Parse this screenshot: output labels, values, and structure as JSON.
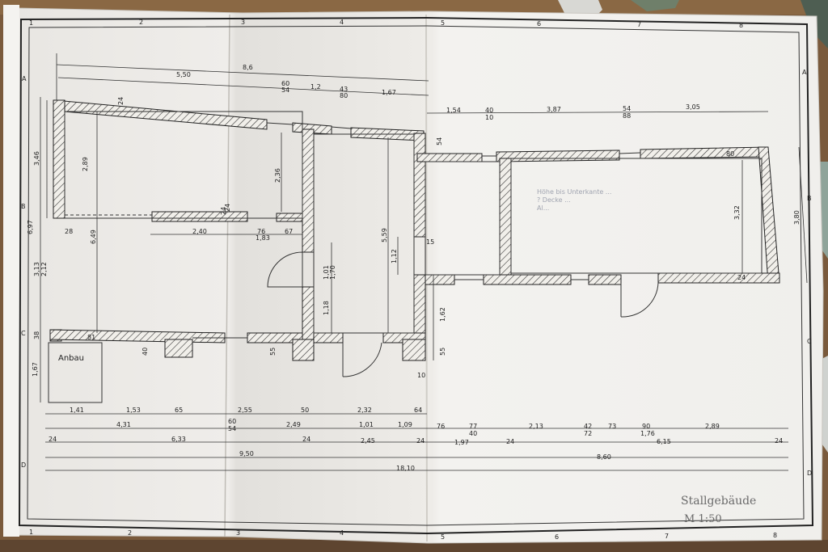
{
  "drawing": {
    "title": "Stallgebäude",
    "scale": "M 1:50",
    "room_label_anbau": "Anbau",
    "faint_note": [
      "Höhe bis Unterkante ...",
      "? Decke ...",
      "Al..."
    ],
    "frame_columns": [
      "1",
      "2",
      "3",
      "4",
      "5",
      "6",
      "7",
      "8"
    ],
    "frame_rows": [
      "A",
      "B",
      "C",
      "D"
    ]
  },
  "dims_top_left": {
    "overall": "8,6",
    "seg1": "5,50",
    "seg2_top": "60",
    "seg2_bot": "54",
    "seg3": "1,2",
    "seg4_top": "43",
    "seg4_bot": "80",
    "seg5": "1,67"
  },
  "dims_top_right": {
    "seg1": "1,54",
    "seg2_top": "40",
    "seg2_bot": "10",
    "seg3": "3,87",
    "seg4_top": "54",
    "seg4_bot": "88",
    "seg5": "3,05"
  },
  "dims_left": {
    "upper": "3,46",
    "total": "6,97",
    "lower_a": "3,13",
    "lower_b": "2,12",
    "small": "38",
    "anbau": "1,67"
  },
  "dims_right": {
    "height": "3,80",
    "inner": "3,32",
    "wall": "24"
  },
  "dims_interior": {
    "wall_top": "24",
    "room1_h": "2,89",
    "room1_full": "6,49",
    "room2_h": "2,36",
    "wall_28": "28",
    "span_240": "2,40",
    "span_76": "76",
    "span_183": "1,83",
    "span_67": "67",
    "wall_small": "24",
    "bath_101": "1,01",
    "bath_170": "1,70",
    "bath_118": "1,18",
    "hall_559": "5,59",
    "hall_112": "1,12",
    "hall_15": "15",
    "win_54": "54",
    "d_162": "1,62",
    "d_55a": "55",
    "d_55b": "55",
    "d_40": "40",
    "d_10": "10",
    "wall_81": "81",
    "wall_80": "80",
    "wall_24b": "24"
  },
  "dims_bottom": {
    "row1": [
      "1,41",
      "1,53",
      "65",
      "2,55",
      "50",
      "2,32",
      "64"
    ],
    "row2": [
      "4,31",
      "60",
      "54",
      "2,49",
      "1,01",
      "1,09",
      "76",
      "77",
      "40",
      "2,13",
      "42",
      "72",
      "73",
      "90",
      "1,76",
      "2,89"
    ],
    "row3": [
      "24",
      "6,33",
      "24",
      "2,45",
      "24",
      "1,97",
      "24",
      "6,15",
      "24"
    ],
    "row4": [
      "9,50",
      "8,60"
    ],
    "row5": [
      "18,10"
    ]
  }
}
